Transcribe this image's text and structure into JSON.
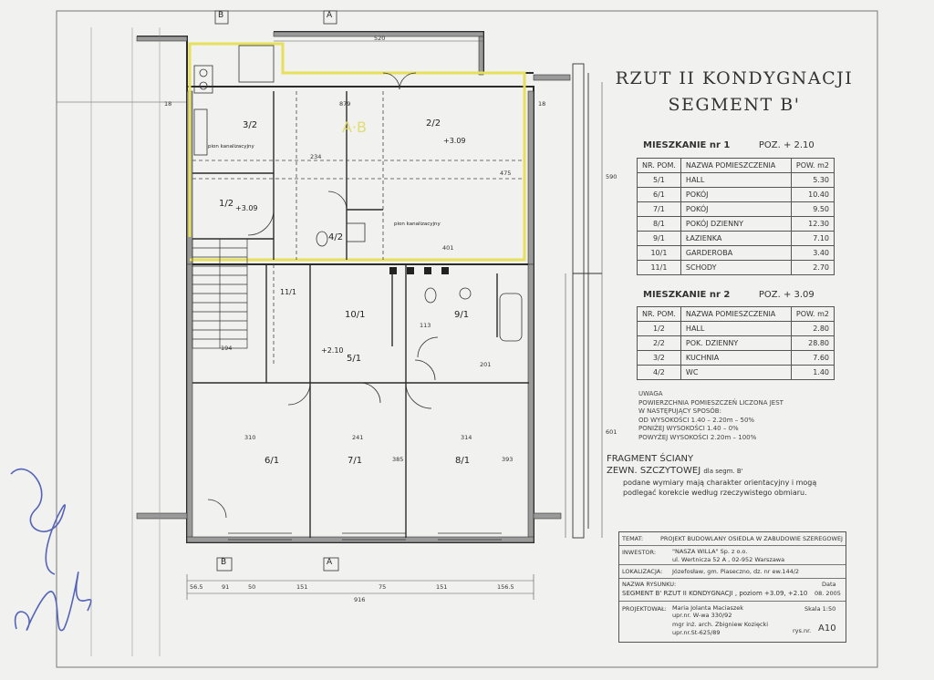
{
  "drawing": {
    "title_line1": "RZUT II KONDYGNACJI",
    "title_line2": "SEGMENT B'",
    "apartments": [
      {
        "name": "MIESZKANIE  nr 1",
        "level": "POZ. + 2.10",
        "headers": [
          "NR. POM.",
          "NAZWA POMIESZCZENIA",
          "POW. m2"
        ],
        "rows": [
          [
            "5/1",
            "HALL",
            "5.30"
          ],
          [
            "6/1",
            "POKÓJ",
            "10.40"
          ],
          [
            "7/1",
            "POKÓJ",
            "9.50"
          ],
          [
            "8/1",
            "POKÓJ DZIENNY",
            "12.30"
          ],
          [
            "9/1",
            "ŁAZIENKA",
            "7.10"
          ],
          [
            "10/1",
            "GARDEROBA",
            "3.40"
          ],
          [
            "11/1",
            "SCHODY",
            "2.70"
          ]
        ]
      },
      {
        "name": "MIESZKANIE  nr 2",
        "level": "POZ. + 3.09",
        "headers": [
          "NR. POM.",
          "NAZWA POMIESZCZENIA",
          "POW. m2"
        ],
        "rows": [
          [
            "1/2",
            "HALL",
            "2.80"
          ],
          [
            "2/2",
            "POK. DZIENNY",
            "28.80"
          ],
          [
            "3/2",
            "KUCHNIA",
            "7.60"
          ],
          [
            "4/2",
            "WC",
            "1.40"
          ]
        ]
      }
    ],
    "note": [
      "UWAGA",
      "POWIERZCHNIA POMIESZCZEŃ LICZONA JEST",
      "W NASTĘPUJĄCY SPOSÓB:",
      "OD WYSOKOŚCI  1.40 – 2.20m – 50%",
      "PONIŻEJ WYSOKOŚCI  1.40 – 0%",
      "POWYŻEJ WYSOKOŚCI  2.20m – 100%"
    ],
    "fragment": [
      "FRAGMENT ŚCIANY",
      "ZEWN. SZCZYTOWEJ",
      "dla segm. B'"
    ],
    "caveat": [
      "podane wymiary mają charakter orientacyjny i mogą",
      "podlegać korekcie według rzeczywistego obmiaru."
    ],
    "title_block": {
      "temat_label": "TEMAT:",
      "temat": "PROJEKT BUDOWLANY OSIEDLA W ZABUDOWIE SZEREGOWEJ",
      "inwestor_label": "INWESTOR:",
      "inwestor": "\"NASZA WILLA\" Sp. z o.o.",
      "inwestor_addr": "ul. Wertnicza 52 A , 02-952 Warszawa",
      "lokalizacja_label": "LOKALIZACJA:",
      "lokalizacja": "Józefosław, gm. Piaseczno, dz. nr ew.144/2",
      "nazwa_label": "NAZWA RYSUNKU:",
      "nazwa": "SEGMENT  B'  RZUT II KONDYGNACJI , poziom +3.09, +2.10",
      "data_label": "Data",
      "data": "08. 2005",
      "projektowal_label": "PROJEKTOWAŁ:",
      "projektant1": "Maria Jolanta Maciaszek",
      "projektant1_nr": "upr.nr. W-wa 330/92",
      "projektant2": "mgr inż. arch. Zbigniew Kozięcki",
      "projektant2_nr": "upr.nr.St-625/89",
      "skala": "Skala 1:50",
      "rys_label": "rys.nr.",
      "rys_nr": "A10"
    },
    "room_labels": {
      "r32": "3/2",
      "r22": "2/2",
      "r12": "1/2",
      "r42": "4/2",
      "r101": "10/1",
      "r91": "9/1",
      "r51": "5/1",
      "r61": "6/1",
      "r71": "7/1",
      "r81": "8/1",
      "r111": "11/1"
    },
    "levels": {
      "l309": "+3.09",
      "l309b": "+3.09",
      "l210": "+2.10"
    },
    "axes": {
      "a": "A",
      "b": "B",
      "a2": "A",
      "b2": "B"
    },
    "dims": {
      "top": "520",
      "d879": "879",
      "d234": "234",
      "d401": "401",
      "d475": "475",
      "d310": "310",
      "d241": "241",
      "d314": "314",
      "d393": "393",
      "d385": "385",
      "d113": "113",
      "d201": "201",
      "d194": "194",
      "d590": "590",
      "d601": "601",
      "b1": "56.5",
      "b2": "91",
      "b3": "50",
      "b4": "151",
      "b5": "75",
      "b6": "151",
      "b7": "156.5",
      "total": "916",
      "d18a": "18",
      "d18b": "18"
    },
    "plan_notes": {
      "pion1": "pion kanalizacyjny",
      "pion2": "pion kanalizacyjny",
      "mark": "A·B"
    },
    "colors": {
      "yellow_outline": "#e7e05a",
      "line": "#2b2b2b",
      "paper": "#f1f1ef"
    }
  }
}
